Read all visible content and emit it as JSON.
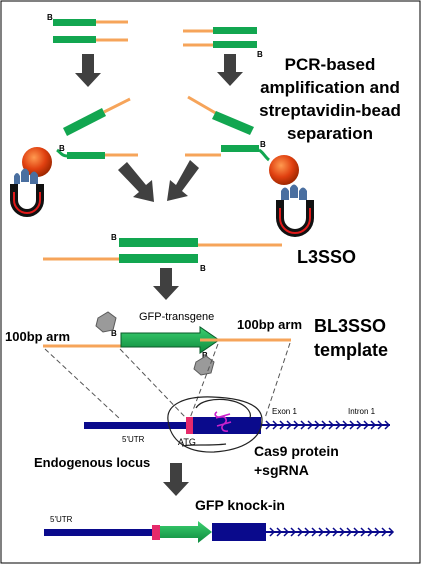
{
  "labels": {
    "b_marker": "B",
    "pcr_line1": "PCR-based",
    "pcr_line2": "amplification and",
    "pcr_line3": "streptavidin-bead",
    "pcr_line4": "separation",
    "l3sso": "L3SSO",
    "arm_left": "100bp arm",
    "arm_right": "100bp arm",
    "gfp_transgene": "GFP-transgene",
    "bl3sso_line1": "BL3SSO",
    "bl3sso_line2": "template",
    "exon1": "Exon 1",
    "intron1": "Intron 1",
    "utr_top": "5'UTR",
    "atg": "ATG",
    "cas9_line1": "Cas9 protein",
    "cas9_line2": "+sgRNA",
    "endogenous": "Endogenous locus",
    "ki_title": "GFP knock-in",
    "utr_bottom": "5'UTR"
  },
  "colors": {
    "strand_green": "#12a650",
    "arm_orange": "#f6a45a",
    "arrow_gray": "#404040",
    "locus_navy": "#0a0a8c",
    "atg_pink": "#e62a6b",
    "bead_red": "#e04010",
    "guide_magenta": "#cc22cc",
    "magnet_blue": "#4a6fa0"
  }
}
